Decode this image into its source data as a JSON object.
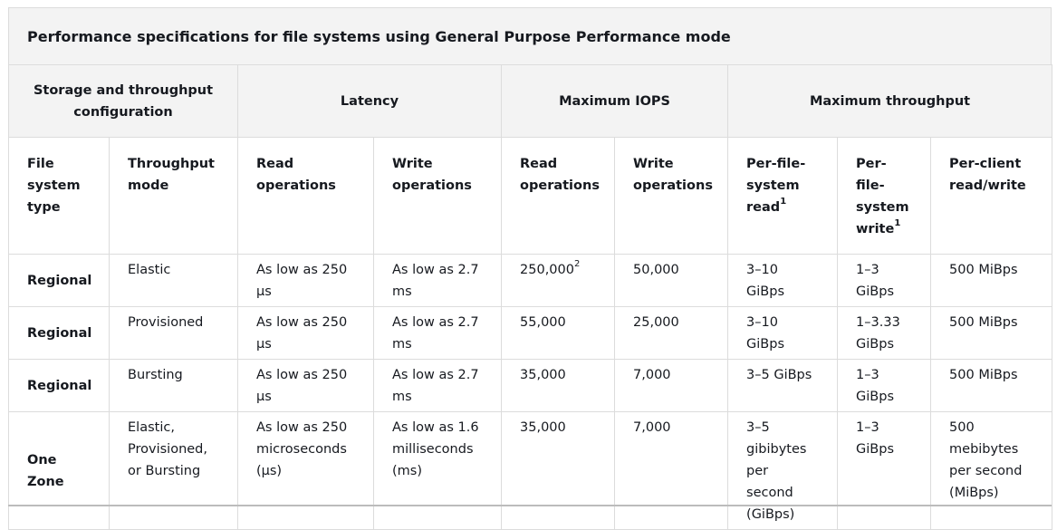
{
  "caption": "Performance specifications for file systems using General Purpose Performance mode",
  "group_headers": {
    "storage": "Storage and throughput configuration",
    "latency": "Latency",
    "iops": "Maximum IOPS",
    "throughput": "Maximum throughput"
  },
  "column_headers": {
    "fs_type": "File system type",
    "throughput_mode": "Throughput mode",
    "latency_read": "Read operations",
    "latency_write": "Write operations",
    "iops_read": "Read operations",
    "iops_write": "Write operations",
    "per_fs_read": "Per-file-system read",
    "per_fs_read_note": "1",
    "per_fs_write": "Per-file-system write",
    "per_fs_write_note": "1",
    "per_client": "Per-client read/write"
  },
  "rows": [
    {
      "fs_type": "Regional",
      "throughput_mode": "Elastic",
      "latency_read": "As low as 250 µs",
      "latency_write": "As low as 2.7 ms",
      "iops_read": "250,000",
      "iops_read_note": "2",
      "iops_write": "50,000",
      "per_fs_read": "3–10 GiBps",
      "per_fs_write": "1–3 GiBps",
      "per_client": "500 MiBps"
    },
    {
      "fs_type": "Regional",
      "throughput_mode": "Provisioned",
      "latency_read": "As low as 250 µs",
      "latency_write": "As low as 2.7 ms",
      "iops_read": "55,000",
      "iops_read_note": "",
      "iops_write": "25,000",
      "per_fs_read": "3–10 GiBps",
      "per_fs_write": "1–3.33 GiBps",
      "per_client": "500 MiBps"
    },
    {
      "fs_type": "Regional",
      "throughput_mode": "Bursting",
      "latency_read": "As low as 250 µs",
      "latency_write": "As low as 2.7 ms",
      "iops_read": "35,000",
      "iops_read_note": "",
      "iops_write": "7,000",
      "per_fs_read": "3–5 GiBps",
      "per_fs_write": "1–3 GiBps",
      "per_client": "500 MiBps"
    },
    {
      "fs_type": "One Zone",
      "throughput_mode": "Elastic, Provisioned, or Bursting",
      "latency_read": "As low as 250 microseconds (µs)",
      "latency_write": "As low as 1.6 milliseconds (ms)",
      "iops_read": "35,000",
      "iops_read_note": "",
      "iops_write": "7,000",
      "per_fs_read": "3–5 gibibytes per second (GiBps)",
      "per_fs_write": "1–3 GiBps",
      "per_client": "500 mebibytes per second (MiBps)"
    }
  ]
}
